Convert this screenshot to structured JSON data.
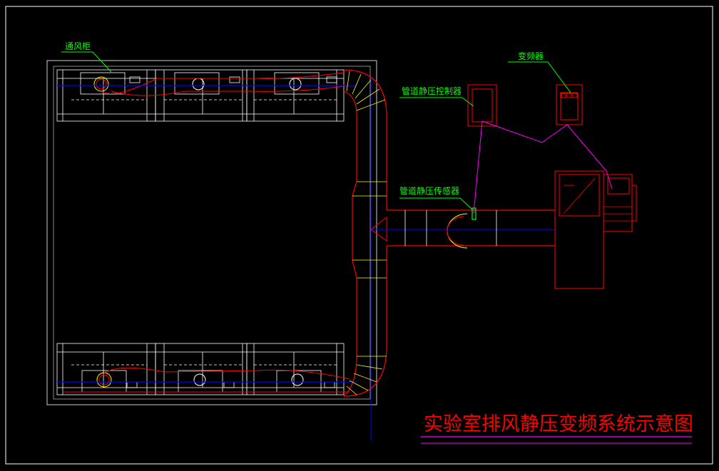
{
  "labels": {
    "fume_hood": "通风柜",
    "inverter": "变频器",
    "duct_pressure_controller": "管道静压控制器",
    "duct_pressure_sensor": "管道静压传感器"
  },
  "title": "实验室排风静压变频系统示意图",
  "colors": {
    "background": "#000000",
    "frame": "#ffffff",
    "duct": "#ff0000",
    "centerline": "#0000ff",
    "label": "#00ff00",
    "leader": "#00ff00",
    "signal": "#ff00ff",
    "hood": "#ffffff",
    "fitting": "#ffff00",
    "title": "#ff0000",
    "title_underline": "#ff00ff"
  }
}
